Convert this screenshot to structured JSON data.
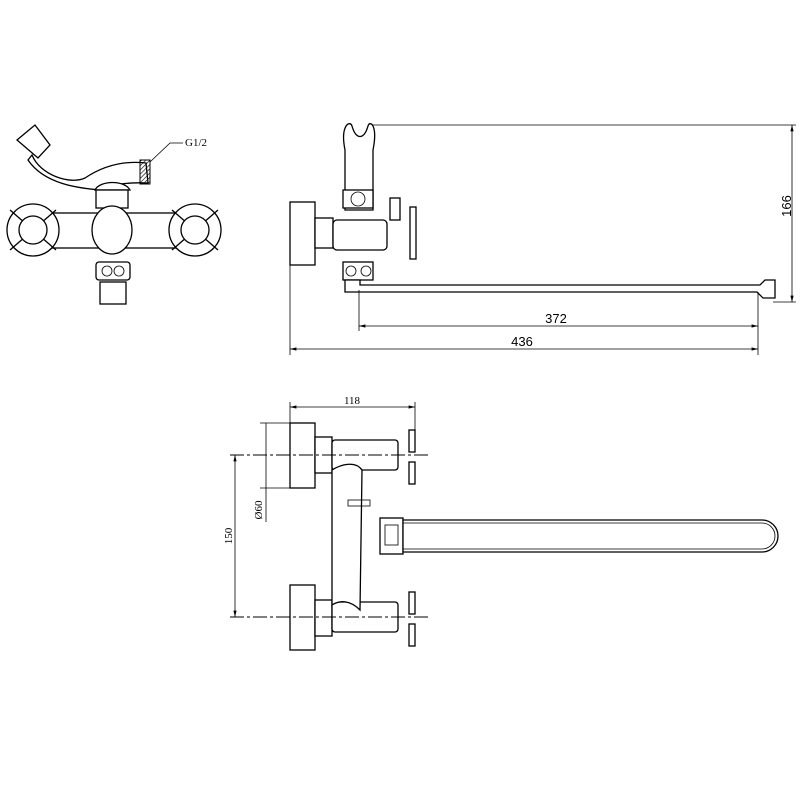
{
  "drawing": {
    "front_view": {
      "thread_label": "G1/2"
    },
    "side_view": {
      "height_label": "166",
      "spout_reach_label": "372",
      "total_length_label": "436"
    },
    "top_view": {
      "depth_label": "118",
      "plate_diameter_label": "Ø60",
      "center_distance_label": "150"
    }
  }
}
